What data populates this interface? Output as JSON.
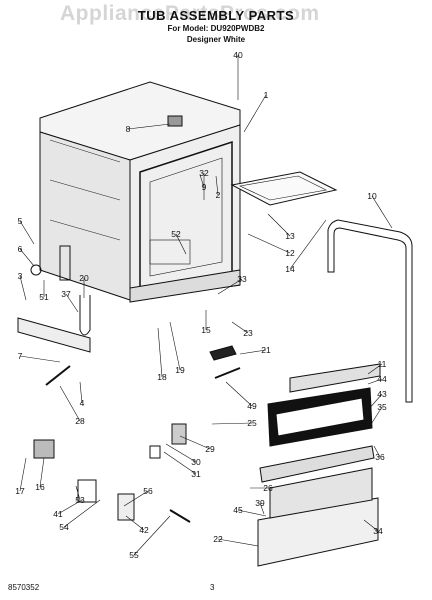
{
  "header": {
    "watermark": "AppliancePartsPros.com",
    "title": "TUB ASSEMBLY PARTS",
    "model_line": "For Model: DU920PWDB2",
    "color_line": "Designer White"
  },
  "footer": {
    "code": "8570352",
    "page": "3"
  },
  "callouts": [
    "40",
    "1",
    "8",
    "9",
    "32",
    "2",
    "10",
    "13",
    "12",
    "14",
    "52",
    "5",
    "6",
    "3",
    "51",
    "20",
    "37",
    "33",
    "15",
    "23",
    "21",
    "18",
    "19",
    "7",
    "4",
    "28",
    "11",
    "44",
    "49",
    "43",
    "35",
    "25",
    "29",
    "30",
    "31",
    "36",
    "17",
    "16",
    "53",
    "41",
    "54",
    "56",
    "42",
    "55",
    "26",
    "39",
    "45",
    "22",
    "34"
  ],
  "colors": {
    "line": "#111111",
    "tub_shade": "#ececec",
    "watermark": "#c8c8c8"
  }
}
